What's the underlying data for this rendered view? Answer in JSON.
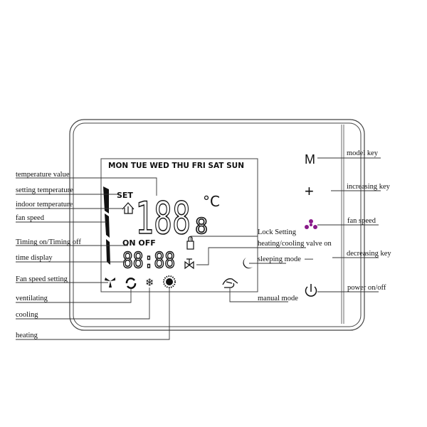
{
  "lcd": {
    "days": "MON TUE WED THU FRI SAT SUN",
    "set": "SET",
    "temperature": "188",
    "decimal": "8",
    "unit": "°C",
    "on_off": "ON  OFF",
    "time": "88:88"
  },
  "keys": {
    "mode": "M",
    "increase": "+",
    "decrease": "—"
  },
  "left_labels": {
    "temperature_value": "temperature value",
    "setting_temperature": "setting temperature",
    "indoor_temperature": "indoor temperature",
    "fan_speed": "fan speed",
    "timing": "Timing on/Timing off",
    "time_display": "time display",
    "fan_speed_setting": "Fan speed setting",
    "ventilating": "ventilating",
    "cooling": "cooling",
    "heating": "heating"
  },
  "right_labels": {
    "lock_setting": "Lock Setting",
    "valve": "heating/cooling valve on",
    "sleeping": "sleeping mode",
    "manual": "manual mode",
    "model_key": "model key",
    "increasing_key": "increasing key",
    "fan_speed": "fan speed",
    "decreasing_key": "decreasing key",
    "power": "power on/off"
  },
  "colors": {
    "fan_key": "#8a1a8a"
  }
}
